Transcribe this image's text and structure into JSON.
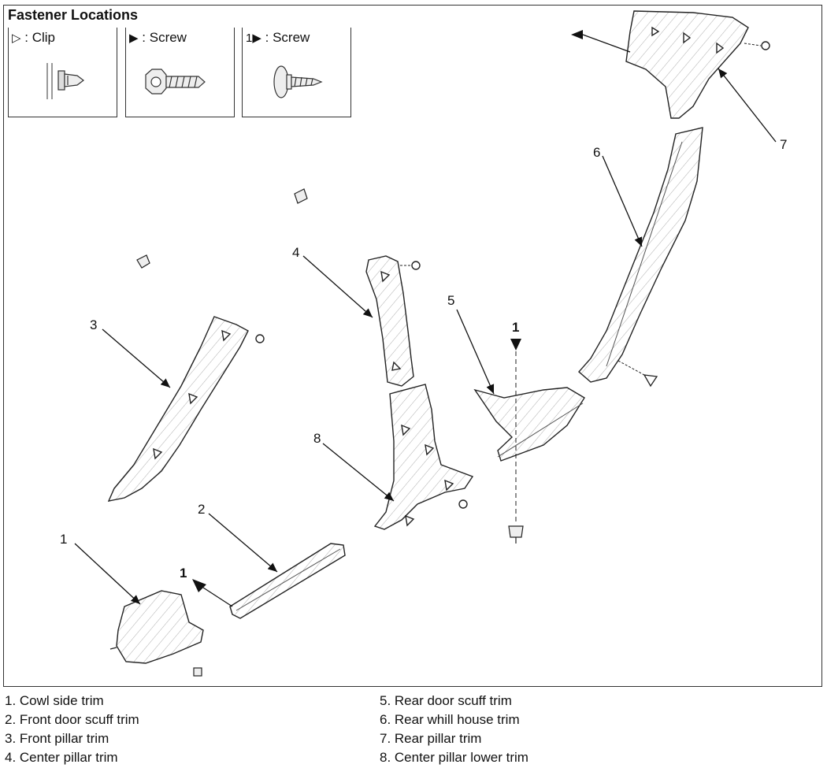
{
  "title": "Fastener Locations",
  "legend": [
    {
      "symbol": "▷",
      "text": ": Clip",
      "icon": "clip-icon"
    },
    {
      "symbol": "▶",
      "text": ": Screw",
      "icon": "screw-icon"
    },
    {
      "symbol": "1▶",
      "text": ": Screw",
      "icon": "tapping-screw-icon"
    }
  ],
  "callouts": [
    "1",
    "2",
    "3",
    "4",
    "5",
    "6",
    "7",
    "8"
  ],
  "fastener_marks": [
    "1",
    "1"
  ],
  "parts": [
    "1. Cowl side trim",
    "2. Front door scuff trim",
    "3. Front pillar trim",
    "4. Center pillar trim",
    "5. Rear door scuff trim",
    "6. Rear whill house trim",
    "7. Rear pillar trim",
    "8. Center pillar lower trim"
  ]
}
